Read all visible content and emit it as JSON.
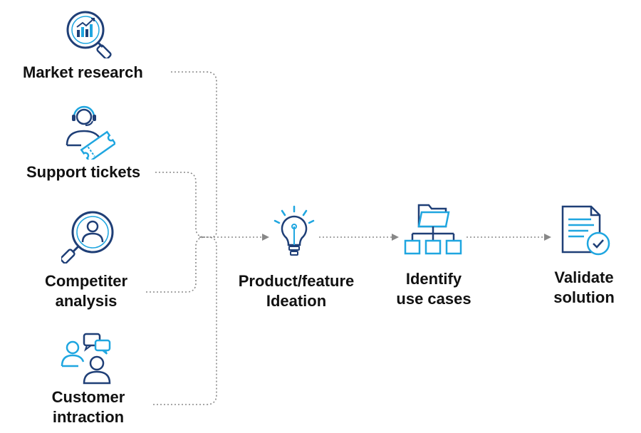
{
  "sources": [
    {
      "label": "Market research",
      "icon": "market-research-icon"
    },
    {
      "label": "Support tickets",
      "icon": "support-tickets-icon"
    },
    {
      "label_line1": "Competiter",
      "label_line2": "analysis",
      "icon": "competitor-analysis-icon"
    },
    {
      "label_line1": "Customer",
      "label_line2": "intraction",
      "icon": "customer-interaction-icon"
    }
  ],
  "steps": [
    {
      "label_line1": "Product/feature",
      "label_line2": "Ideation",
      "icon": "lightbulb-icon"
    },
    {
      "label_line1": "Identify",
      "label_line2": "use cases",
      "icon": "folder-hierarchy-icon"
    },
    {
      "label_line1": "Validate",
      "label_line2": "solution",
      "icon": "document-check-icon"
    }
  ],
  "colors": {
    "icon_dark": "#1f3f77",
    "icon_light": "#1fa6e0",
    "connector": "#888888",
    "text": "#111111"
  }
}
